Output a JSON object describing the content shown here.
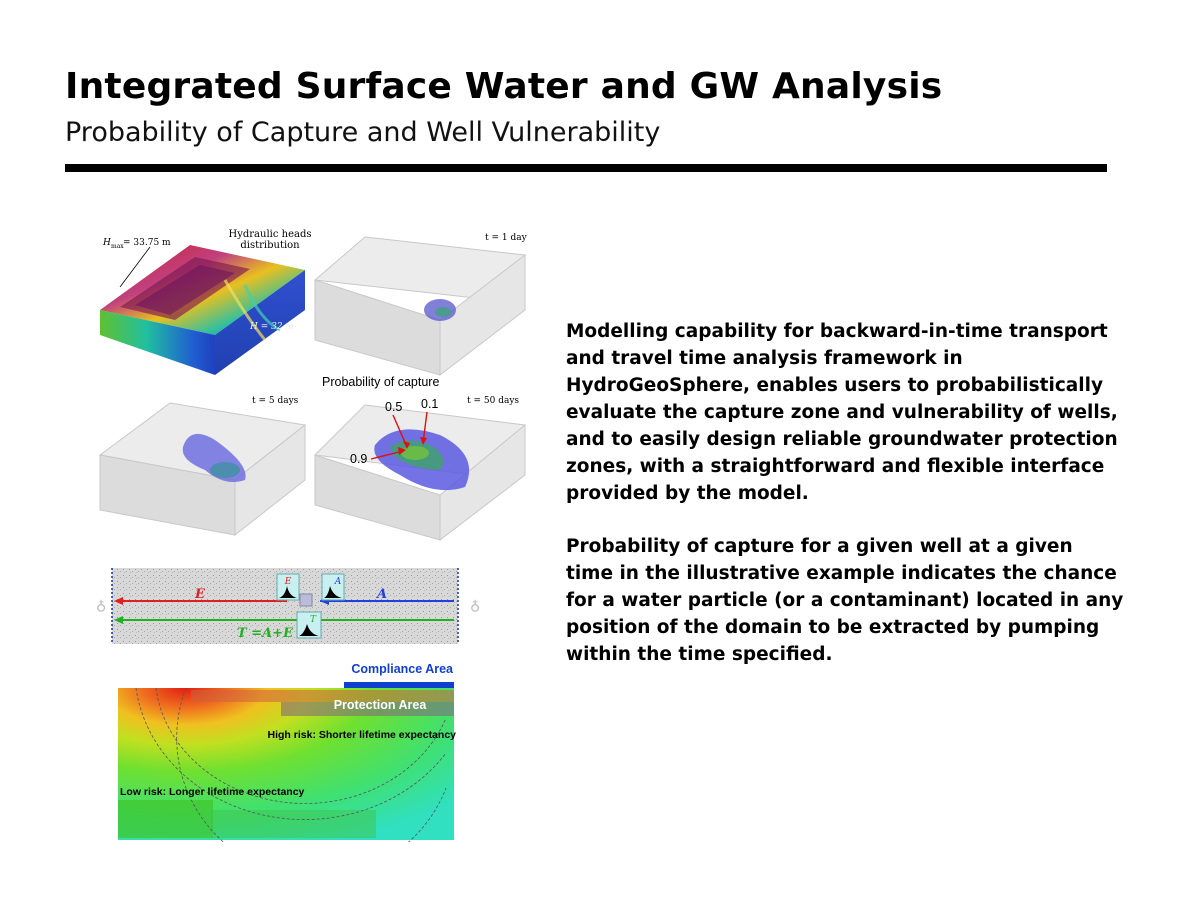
{
  "header": {
    "title": "Integrated Surface Water and GW Analysis",
    "subtitle": "Probability of Capture and Well Vulnerability"
  },
  "body": {
    "paragraph_1": "Modelling capability for backward-in-time transport and travel time analysis framework in HydroGeoSphere, enables users to probabilistically evaluate the capture zone and vulnerability of wells, and to easily design reliable groundwater protection zones, with a straightforward and flexible interface provided by the model.",
    "paragraph_2": "Probability of capture for a given well at a given time in the illustrative example indicates the chance for a water particle (or a contaminant) located in any position of the domain to be extracted by pumping within the time specified."
  },
  "figure_top": {
    "hmax_label": "H",
    "hmax_sub": "max",
    "hmax_value": " = 33.75 m",
    "heads_line1": "Hydraulic heads",
    "heads_line2": "distribution",
    "h32_label": "H = 32 m",
    "t1_label": "t = 1 day",
    "t5_label": "t = 5 days",
    "t50_label": "t = 50 days",
    "prob_label": "Probability of capture",
    "p05": "0.5",
    "p01": "0.1",
    "p09": "0.9"
  },
  "figure_mid": {
    "E": "E",
    "A": "A",
    "T": "T",
    "equation": "T =A+E",
    "colors": {
      "E": "#e02020",
      "A": "#2040e0",
      "T": "#20b020"
    }
  },
  "figure_bottom": {
    "compliance": "Compliance Area",
    "protection": "Protection Area",
    "high_risk": "High risk: Shorter lifetime expectancy",
    "low_risk": "Low risk: Longer lifetime expectancy"
  }
}
